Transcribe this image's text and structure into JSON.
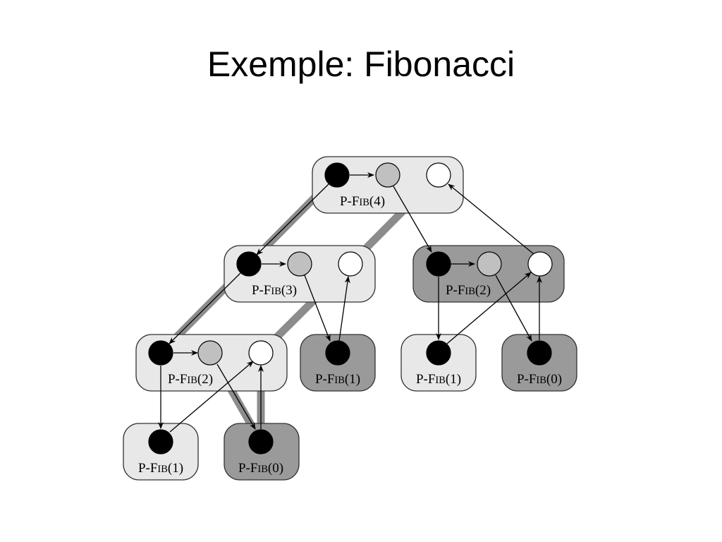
{
  "slide": {
    "title": "Exemple: Fibonacci"
  },
  "diagram": {
    "colors": {
      "box_light": "#e8e8e8",
      "box_dark": "#9a9a9a",
      "box_stroke": "#333333",
      "spawn_dot": "#000000",
      "call_dot": "#c0c0c0",
      "sync_dot": "#ffffff",
      "critical_path": "#8c8c8c",
      "edge": "#000000"
    },
    "nodes": [
      {
        "id": "fib4",
        "prefix": "P-F",
        "smallcaps": "IB",
        "arg": "(4)",
        "shade": "light",
        "strands": 3
      },
      {
        "id": "fib3",
        "prefix": "P-F",
        "smallcaps": "IB",
        "arg": "(3)",
        "shade": "light",
        "strands": 3
      },
      {
        "id": "fib2a",
        "prefix": "P-F",
        "smallcaps": "IB",
        "arg": "(2)",
        "shade": "dark",
        "strands": 3
      },
      {
        "id": "fib2b",
        "prefix": "P-F",
        "smallcaps": "IB",
        "arg": "(2)",
        "shade": "light",
        "strands": 3
      },
      {
        "id": "fib1a",
        "prefix": "P-F",
        "smallcaps": "IB",
        "arg": "(1)",
        "shade": "dark",
        "strands": 1
      },
      {
        "id": "fib1b",
        "prefix": "P-F",
        "smallcaps": "IB",
        "arg": "(1)",
        "shade": "light",
        "strands": 1
      },
      {
        "id": "fib0a",
        "prefix": "P-F",
        "smallcaps": "IB",
        "arg": "(0)",
        "shade": "dark",
        "strands": 1
      },
      {
        "id": "fib1c",
        "prefix": "P-F",
        "smallcaps": "IB",
        "arg": "(1)",
        "shade": "light",
        "strands": 1
      },
      {
        "id": "fib0b",
        "prefix": "P-F",
        "smallcaps": "IB",
        "arg": "(0)",
        "shade": "dark",
        "strands": 1
      }
    ]
  }
}
